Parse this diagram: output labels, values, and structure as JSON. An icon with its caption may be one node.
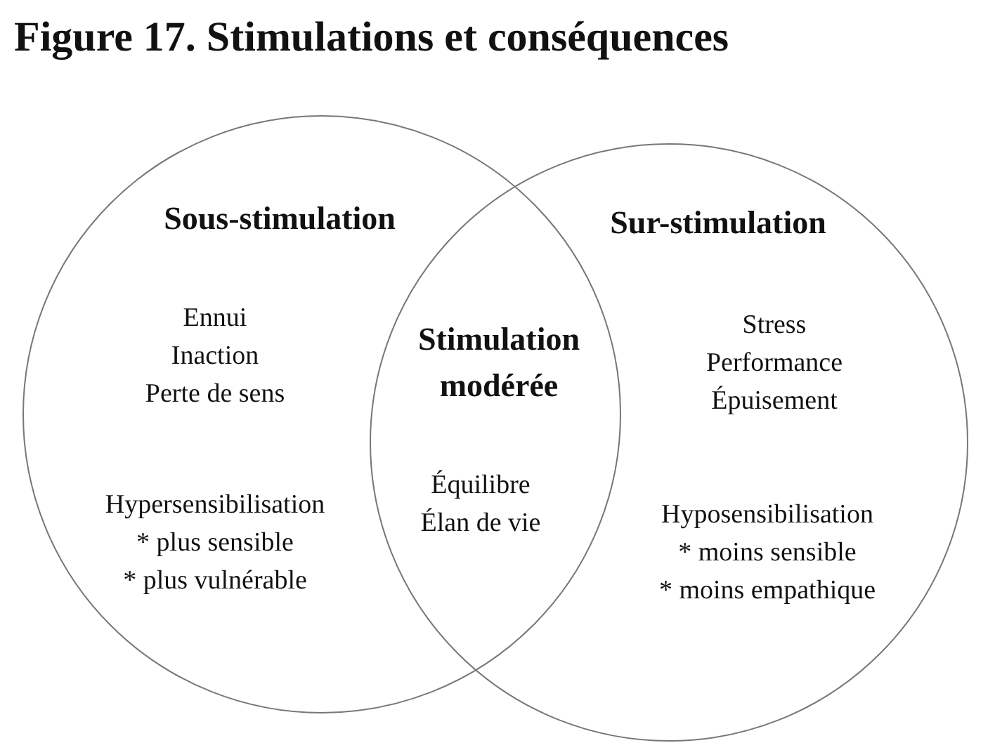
{
  "diagram": {
    "title": "Figure 17. Stimulations et conséquences",
    "nodes": [
      {
        "text": [
          "Sous-stimulation",
          "Ennui Inaction Perte de sens",
          "Hypersensibilisation * plus sensible * plus vulnérable"
        ]
      },
      {
        "text": [
          "Sur-stimulation",
          "Stress Performance Épuisement",
          "Hyposensibilisation * moins sensible * moins empathique"
        ]
      }
    ],
    "labels": [
      "Stimulation modérée",
      "Équilibre Élan de vie"
    ]
  }
}
